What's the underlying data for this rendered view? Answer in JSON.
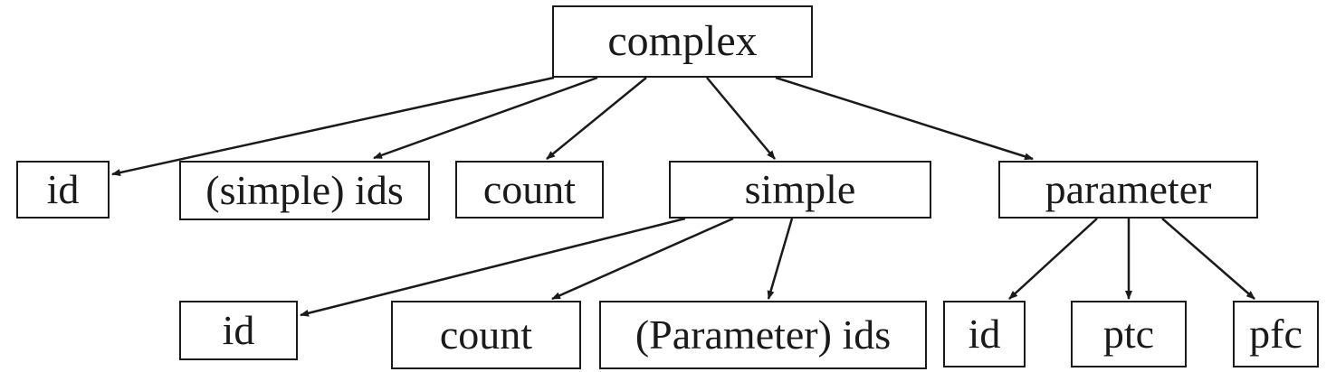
{
  "diagram": {
    "stroke_color": "#1a1a1a",
    "nodes": {
      "complex": "complex",
      "id_top": "id",
      "simple_ids": "(simple) ids",
      "count_top": "count",
      "simple": "simple",
      "parameter": "parameter",
      "simple_id": "id",
      "simple_count": "count",
      "parameter_ids": "(Parameter) ids",
      "parameter_id": "id",
      "ptc": "ptc",
      "pfc": "pfc"
    },
    "edges": [
      {
        "from": "complex",
        "to": "id_top"
      },
      {
        "from": "complex",
        "to": "simple_ids"
      },
      {
        "from": "complex",
        "to": "count_top"
      },
      {
        "from": "complex",
        "to": "simple"
      },
      {
        "from": "complex",
        "to": "parameter"
      },
      {
        "from": "simple",
        "to": "simple_id"
      },
      {
        "from": "simple",
        "to": "simple_count"
      },
      {
        "from": "simple",
        "to": "parameter_ids"
      },
      {
        "from": "parameter",
        "to": "parameter_id"
      },
      {
        "from": "parameter",
        "to": "ptc"
      },
      {
        "from": "parameter",
        "to": "pfc"
      }
    ]
  }
}
